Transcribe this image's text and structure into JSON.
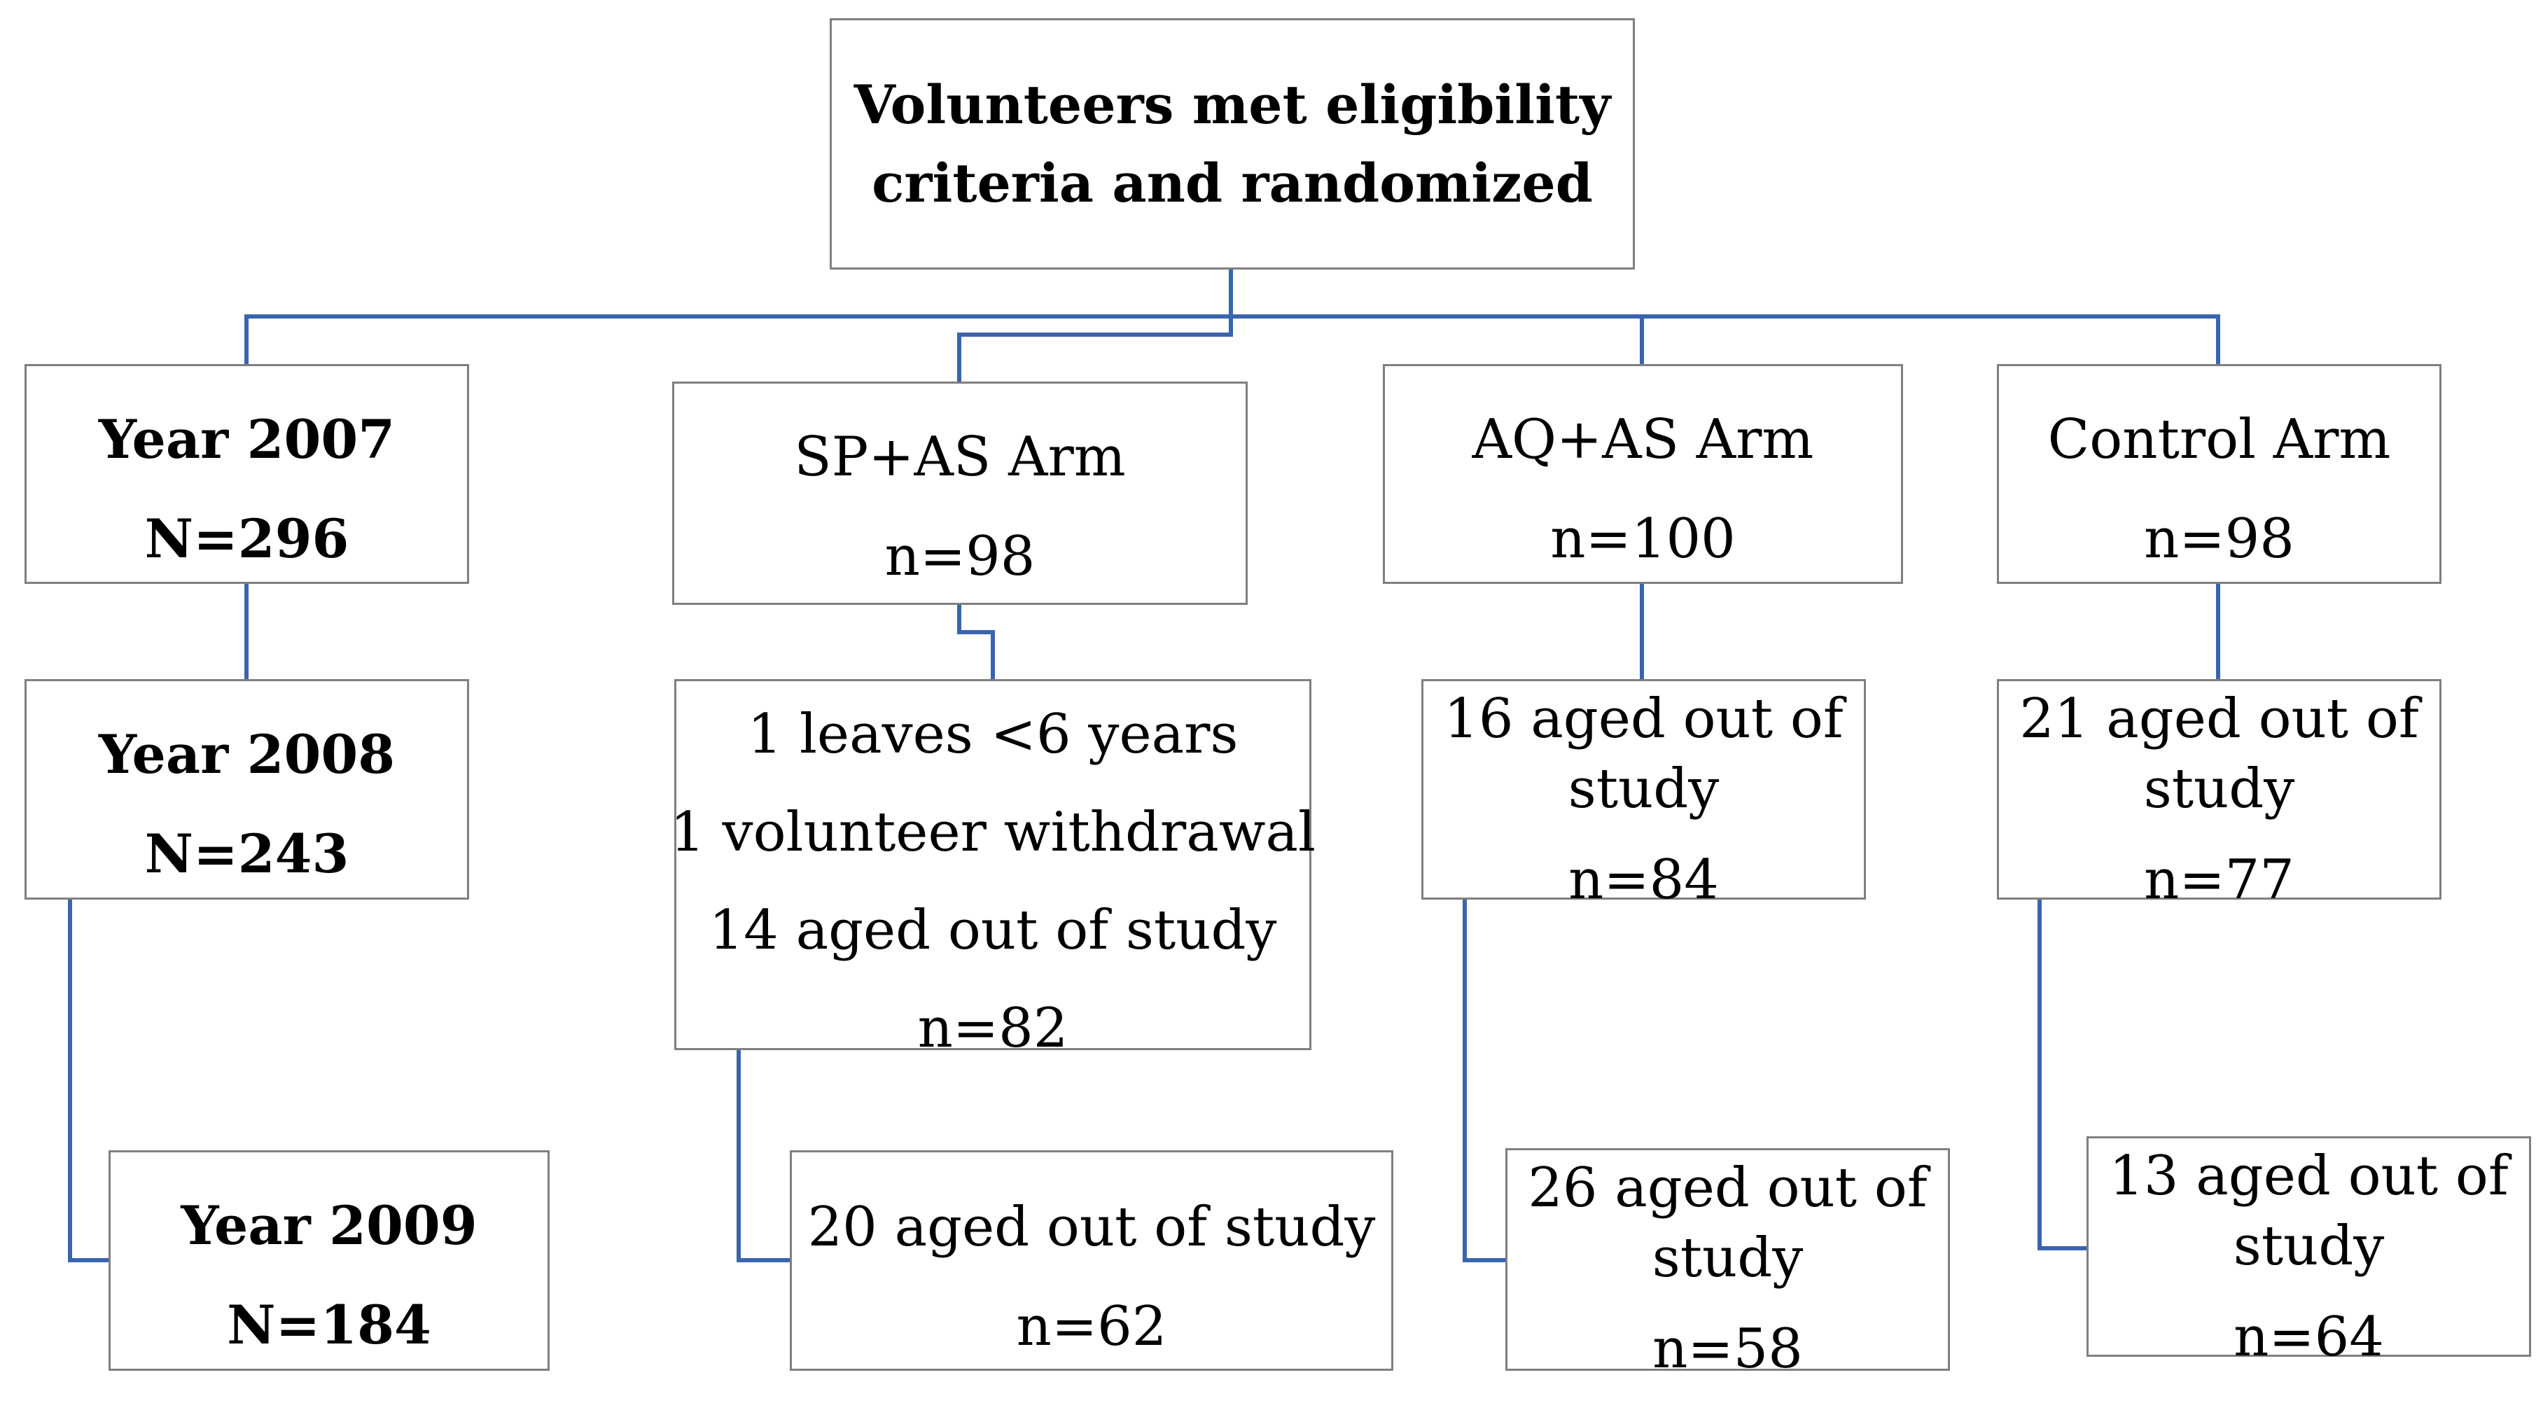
{
  "connector_color": "#3a64ad",
  "border_color": "#7f7f7f",
  "root": {
    "lines": [
      "Volunteers met eligibility",
      "criteria and randomized"
    ]
  },
  "year_2007": {
    "lines": [
      "Year 2007",
      "N=296"
    ]
  },
  "year_2008": {
    "lines": [
      "Year 2008",
      "N=243"
    ]
  },
  "year_2009": {
    "lines": [
      "Year 2009",
      "N=184"
    ]
  },
  "sp_arm": {
    "lines": [
      "SP+AS Arm",
      "n=98"
    ]
  },
  "sp_followup_1": {
    "lines": [
      "1 leaves <6 years",
      "1 volunteer withdrawal",
      "14 aged out of study",
      "n=82"
    ]
  },
  "sp_followup_2": {
    "lines": [
      "20 aged out of study",
      "n=62"
    ]
  },
  "aq_arm": {
    "lines": [
      "AQ+AS Arm",
      "n=100"
    ]
  },
  "aq_followup_1": {
    "lines": [
      "16 aged out of",
      "study",
      "n=84"
    ]
  },
  "aq_followup_2": {
    "lines": [
      "26 aged out of",
      "study",
      "n=58"
    ]
  },
  "control_arm": {
    "lines": [
      "Control Arm",
      "n=98"
    ]
  },
  "control_followup_1": {
    "lines": [
      "21 aged out of",
      "study",
      "n=77"
    ]
  },
  "control_followup_2": {
    "lines": [
      "13 aged out of",
      "study",
      "n=64"
    ]
  }
}
